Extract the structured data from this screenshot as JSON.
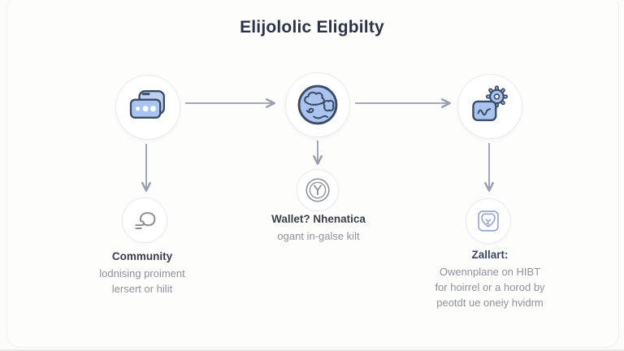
{
  "title": "Elijololic Eligbilty",
  "colors": {
    "background": "#fcfcfa",
    "icon_fill": "#a9c4ef",
    "icon_stroke": "#3d4c66",
    "arrow": "#969db0",
    "title_color": "#2b3348",
    "label_color": "#3a3f4a",
    "muted_color": "#8d929c",
    "accent_label_color": "#3d4663"
  },
  "steps": [
    {
      "icon": "stacked-cards-icon"
    },
    {
      "icon": "globe-clouds-icon"
    },
    {
      "icon": "gear-document-icon"
    }
  ],
  "nodes": [
    {
      "icon": "squiggle-loop-icon",
      "title": "Community",
      "lines": [
        "lodnising proiment",
        "lersert or hilit"
      ]
    },
    {
      "icon": "medal-y-icon",
      "title": "Wallet? Nhenatica",
      "lines": [
        "ogant in-galse kilt"
      ]
    },
    {
      "icon": "crest-shield-icon",
      "title": "Zallart:",
      "lines": [
        "Owennplane on HIBT",
        "for hoirrel or a horod by",
        "peotdt ue oneiy hvidrm"
      ]
    }
  ]
}
